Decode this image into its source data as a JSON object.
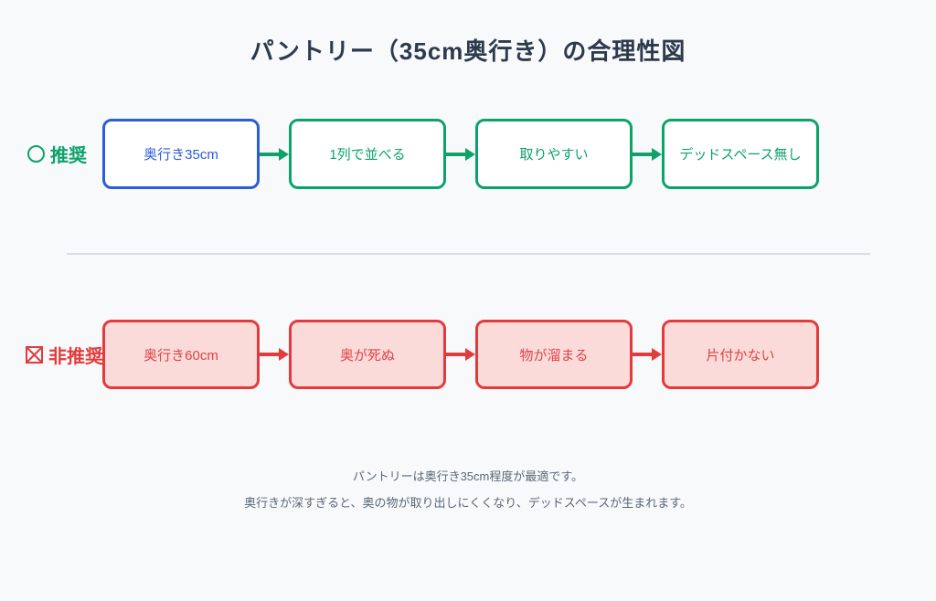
{
  "title": "パントリー（35cm奥行き）の合理性図",
  "colors": {
    "background": "#f8f9fb",
    "title_text": "#2d3a4d",
    "recommended_green": "#0ca36a",
    "start_box_blue": "#2b5cd9",
    "not_recommended_red": "#e23b3b",
    "not_recommended_fill": "#fbdada",
    "divider": "#d9dee4",
    "footer_text": "#5a6878"
  },
  "rows": [
    {
      "id": "recommended",
      "label_icon": "circle-icon",
      "label": "推奨",
      "boxes": [
        "奥行き35cm",
        "1列で並べる",
        "取りやすい",
        "デッドスペース無し"
      ]
    },
    {
      "id": "not-recommended",
      "label_icon": "crossed-box-icon",
      "label": "非推奨",
      "boxes": [
        "奥行き60cm",
        "奥が死ぬ",
        "物が溜まる",
        "片付かない"
      ]
    }
  ],
  "footer": {
    "line1": "パントリーは奥行き35cm程度が最適です。",
    "line2": "奥行きが深すぎると、奥の物が取り出しにくくなり、デッドスペースが生まれます。"
  }
}
